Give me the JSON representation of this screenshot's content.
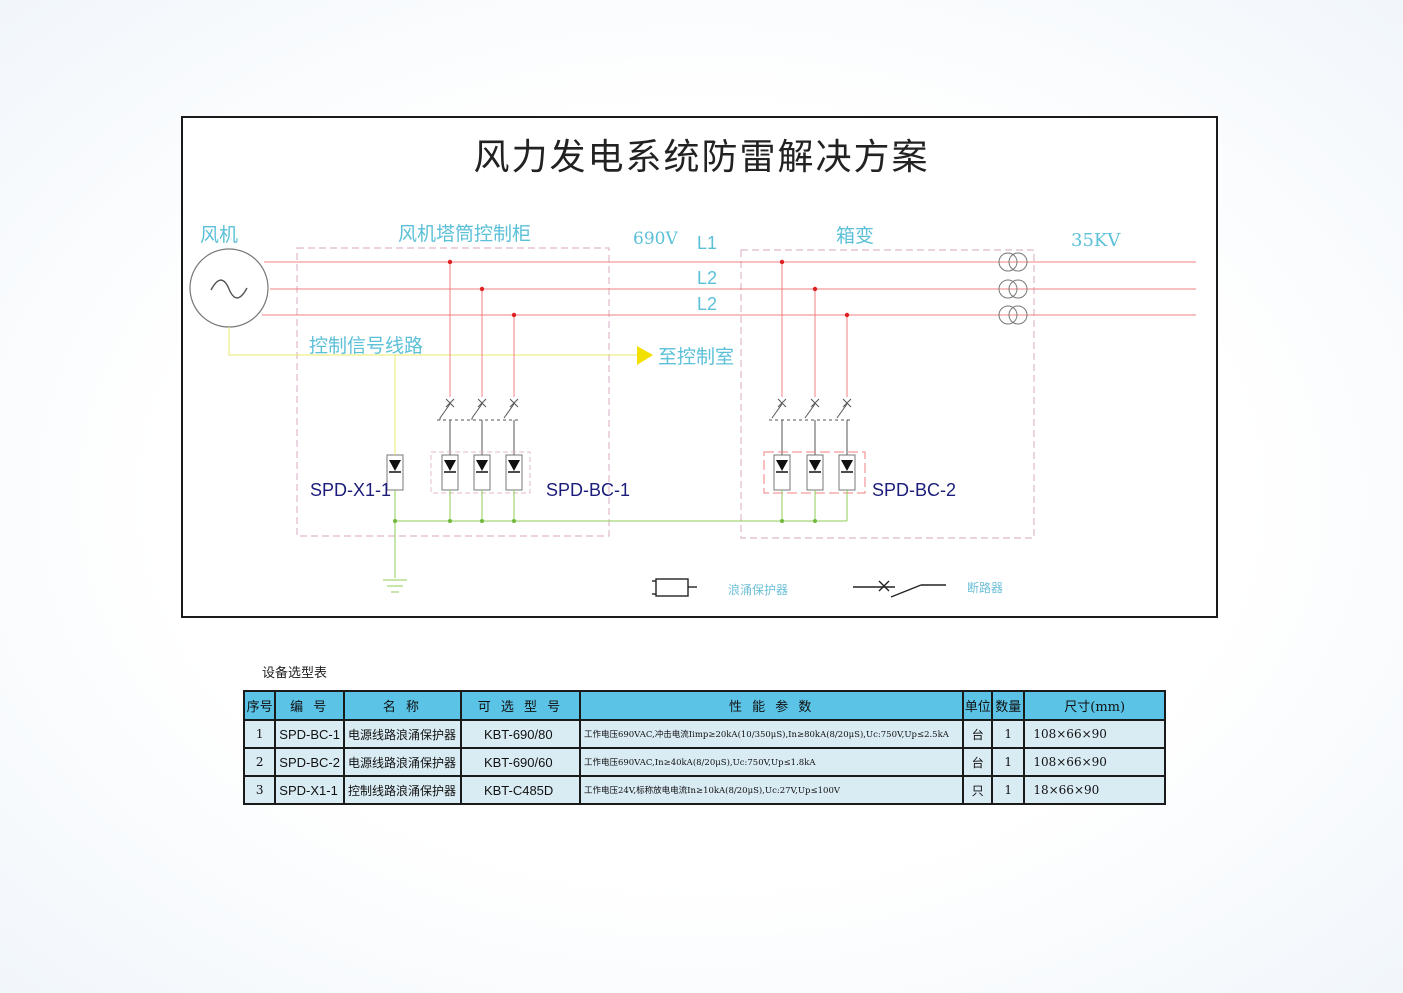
{
  "title": "风力发电系统防雷解决方案",
  "labels": {
    "turbine": "风机",
    "tower_cabinet": "风机塔筒控制柜",
    "voltage_690": "690V",
    "box_transformer": "箱变",
    "voltage_35kv": "35KV",
    "phase_1": "L1",
    "phase_2": "L2",
    "phase_3": "L2",
    "control_signal_line": "控制信号线路",
    "to_control_room": "至控制室",
    "spd_x1": "SPD-X1-1",
    "spd_bc1": "SPD-BC-1",
    "spd_bc2": "SPD-BC-2"
  },
  "legend": {
    "surge_protector": "浪涌保护器",
    "breaker": "断路器"
  },
  "colors": {
    "power_line": "#f08080",
    "signal_line": "#e8e86a",
    "ground_line": "#8fcc5a",
    "dashed_box": "#e0b8cc",
    "label_cyan": "#5bc0d8",
    "spd_text": "#1c1c7a",
    "arrow": "#f2e100",
    "table_header": "#5bc3e6",
    "table_cell": "#d9ebf3"
  },
  "table": {
    "caption": "设备选型表",
    "headers": [
      "序号",
      "编 号",
      "名 称",
      "可 选 型 号",
      "性 能 参 数",
      "单位",
      "数量",
      "尺寸(mm)"
    ],
    "rows": [
      [
        "1",
        "SPD-BC-1",
        "电源线路浪涌保护器",
        "KBT-690/80",
        "工作电压690VAC,冲击电流Iimp≥20kA(10/350μS),In≥80kA(8/20μS),Uc:750V,Up≤2.5kA",
        "台",
        "1",
        "108×66×90"
      ],
      [
        "2",
        "SPD-BC-2",
        "电源线路浪涌保护器",
        "KBT-690/60",
        "工作电压690VAC,In≥40kA(8/20μS),Uc:750V,Up≤1.8kA",
        "台",
        "1",
        "108×66×90"
      ],
      [
        "3",
        "SPD-X1-1",
        "控制线路浪涌保护器",
        "KBT-C485D",
        "工作电压24V,标称放电电流In≥10kA(8/20μS),Uc:27V,Up≤100V",
        "只",
        "1",
        "18×66×90"
      ]
    ]
  }
}
